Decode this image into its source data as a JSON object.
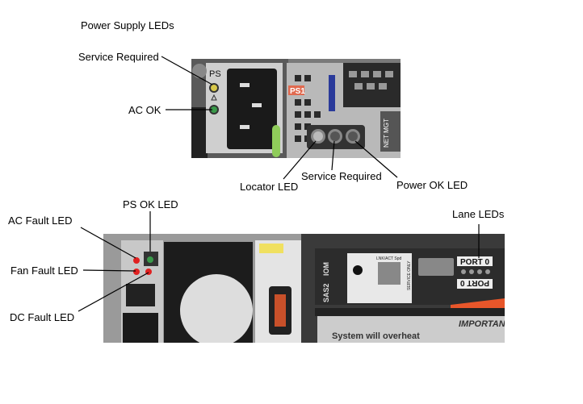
{
  "title": "Power Supply LEDs",
  "top_callouts": {
    "service_required_ps": "Service Required",
    "ac_ok": "AC OK",
    "locator_led": "Locator LED",
    "service_required_sys": "Service Required",
    "power_ok_led": "Power OK LED"
  },
  "bottom_callouts": {
    "ps_ok_led": "PS OK LED",
    "ac_fault_led": "AC Fault LED",
    "fan_fault_led": "Fan Fault LED",
    "dc_fault_led": "DC Fault LED",
    "lane_leds": "Lane LEDs"
  },
  "photo_text": {
    "ps": "PS",
    "ps1": "PS1",
    "net_mgt": "NET MGT",
    "iom": "IOM",
    "sas2": "SAS2",
    "lnk_act": "LNK/ACT  Spd",
    "service_only": "SERVICE ONLY",
    "port0": "PORT 0",
    "port0_inverted": "PORT 0",
    "important": "IMPORTANT",
    "overheat": "System will overheat"
  },
  "colors": {
    "led_yellow": "#d8c84a",
    "led_green": "#3a9a4a",
    "led_red": "#e02020",
    "ps1_badge": "#e06a50",
    "latch_green": "#8fcc5a",
    "latch_orange": "#e8562a"
  }
}
